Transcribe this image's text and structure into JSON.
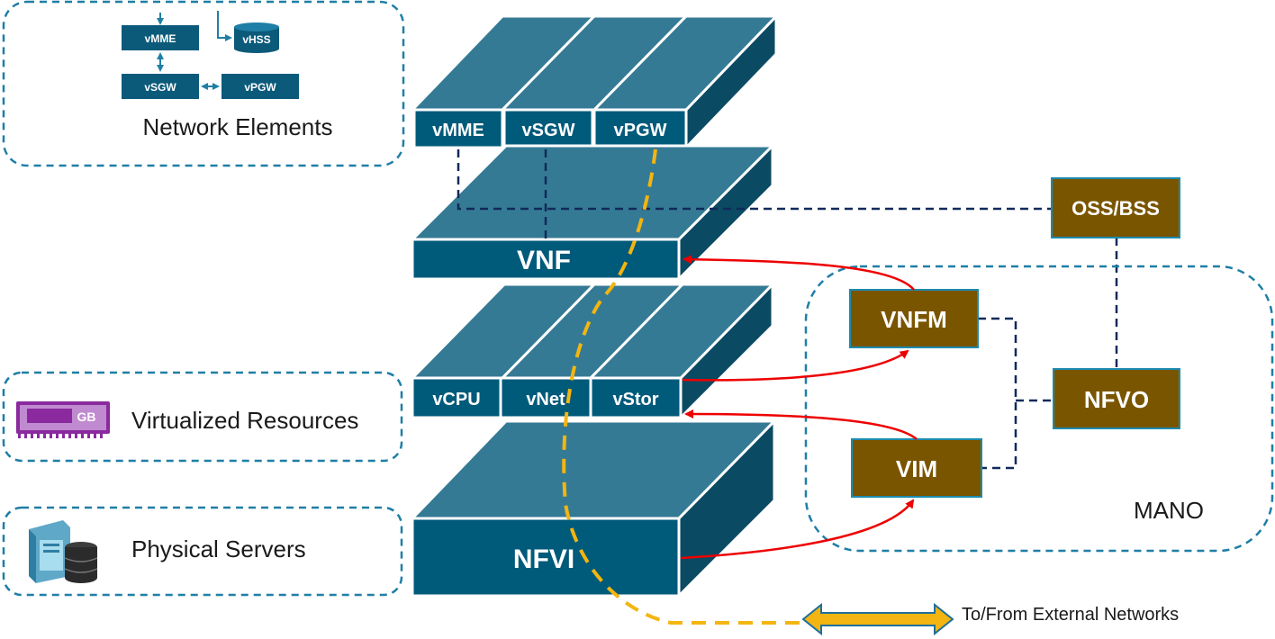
{
  "network_elements": {
    "label": "Network Elements",
    "mini": {
      "mme": "vMME",
      "hss": "vHSS",
      "sgw": "vSGW",
      "pgw": "vPGW"
    }
  },
  "virtualized_resources": {
    "label": "Virtualized Resources",
    "chip_text": "GB"
  },
  "physical_servers": {
    "label": "Physical Servers"
  },
  "vnf_layer": {
    "cells": [
      "vMME",
      "vSGW",
      "vPGW"
    ],
    "label": "VNF"
  },
  "resource_layer": {
    "cells": [
      "vCPU",
      "vNet",
      "vStor"
    ]
  },
  "nfvi_layer": {
    "label": "NFVI"
  },
  "mano": {
    "label": "MANO",
    "vnfm": "VNFM",
    "vim": "VIM",
    "nfvo": "NFVO"
  },
  "oss_bss": "OSS/BSS",
  "external": {
    "label": "To/From External Networks"
  },
  "colors": {
    "layer_front": "#005a7a",
    "layer_top": "#357a94",
    "mano_box": "#7a5500",
    "arrow_red": "#ee0000",
    "path_gold": "#f3b511",
    "group_border": "#1f7fa6"
  }
}
